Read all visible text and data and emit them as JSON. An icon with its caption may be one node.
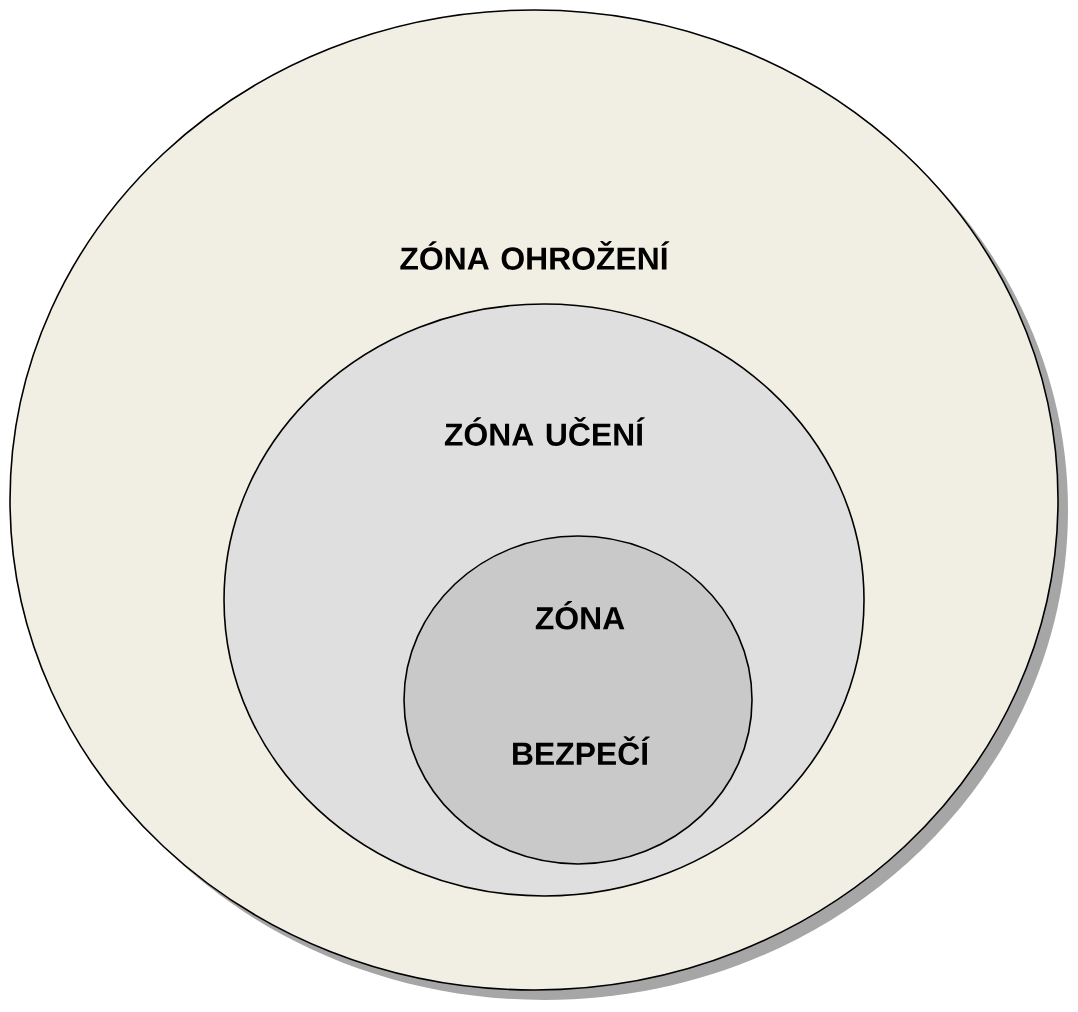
{
  "diagram": {
    "nodes": [
      {
        "text": [
          "ZÓNA OHROŽENÍ"
        ]
      },
      {
        "text": [
          "ZÓNA UČENÍ"
        ],
        "in": 0
      },
      {
        "text": [
          "ZÓNA BEZPEČÍ"
        ],
        "in": 1
      }
    ]
  }
}
